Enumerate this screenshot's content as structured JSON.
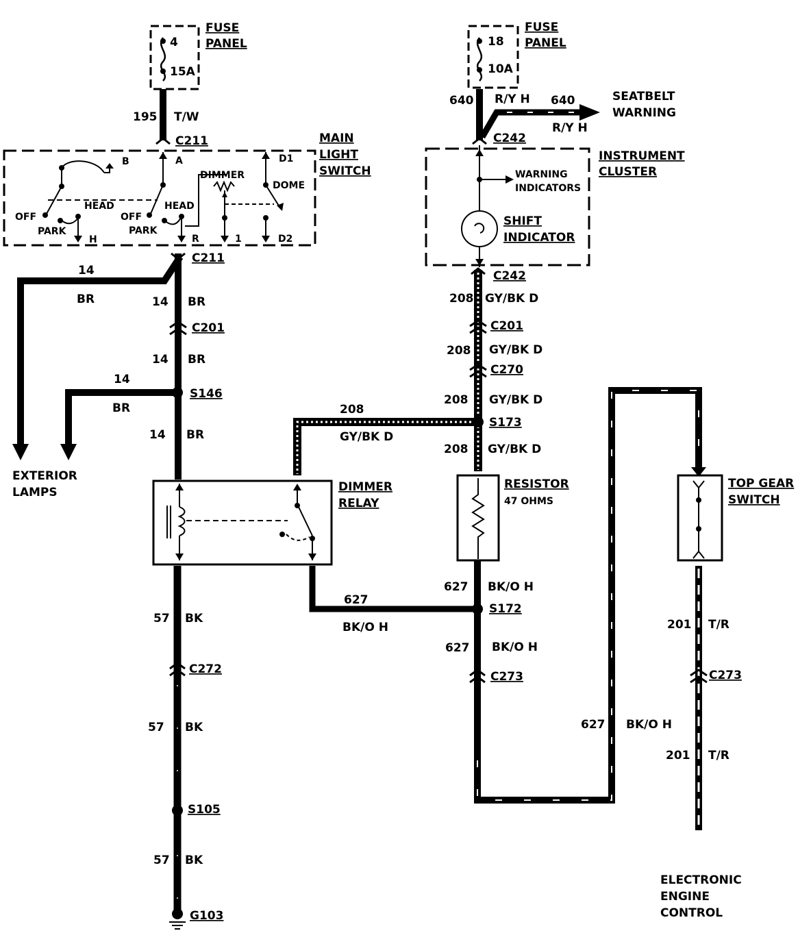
{
  "components": {
    "fuse_panel_left": {
      "title_1": "FUSE",
      "title_2": "PANEL",
      "fuse_number": "4",
      "fuse_rating": "15A"
    },
    "fuse_panel_right": {
      "title_1": "FUSE",
      "title_2": "PANEL",
      "fuse_number": "18",
      "fuse_rating": "10A"
    },
    "main_light_switch": {
      "title_1": "MAIN",
      "title_2": "LIGHT",
      "title_3": "SWITCH",
      "terminals": {
        "b": "B",
        "a": "A",
        "d1": "D1",
        "h": "H",
        "r": "R",
        "one": "1",
        "d2": "D2"
      },
      "labels": {
        "off_left": "OFF",
        "park_left": "PARK",
        "head_left": "HEAD",
        "off_right": "OFF",
        "park_right": "PARK",
        "head_right": "HEAD",
        "dimmer": "DIMMER",
        "dome": "DOME"
      }
    },
    "instrument_cluster": {
      "title_1": "INSTRUMENT",
      "title_2": "CLUSTER",
      "warning_1": "WARNING",
      "warning_2": "INDICATORS",
      "shift_1": "SHIFT",
      "shift_2": "INDICATOR"
    },
    "seatbelt_warning": {
      "line_1": "SEATBELT",
      "line_2": "WARNING"
    },
    "exterior_lamps": {
      "line_1": "EXTERIOR",
      "line_2": "LAMPS"
    },
    "dimmer_relay": {
      "title_1": "DIMMER",
      "title_2": "RELAY"
    },
    "resistor": {
      "title": "RESISTOR",
      "value": "47 OHMS"
    },
    "top_gear_switch": {
      "title_1": "TOP GEAR",
      "title_2": "SWITCH"
    },
    "electronic_engine_control": {
      "line_1": "ELECTRONIC",
      "line_2": "ENGINE",
      "line_3": "CONTROL"
    }
  },
  "connectors": {
    "c211_top": "C211",
    "c211_bottom": "C211",
    "c201_left": "C201",
    "s146": "S146",
    "c272": "C272",
    "s105": "S105",
    "g103": "G103",
    "c242_top": "C242",
    "c242_bottom": "C242",
    "c201_right": "C201",
    "c270": "C270",
    "s173": "S173",
    "s172": "S172",
    "c273_mid": "C273",
    "c273_right": "C273"
  },
  "wires": {
    "w195": {
      "circuit": "195",
      "color": "T/W"
    },
    "w14_lamps": {
      "circuit": "14",
      "color": "BR"
    },
    "w14_a": {
      "circuit": "14",
      "color": "BR"
    },
    "w14_b": {
      "circuit": "14",
      "color": "BR"
    },
    "w14_s146": {
      "circuit": "14",
      "color": "BR"
    },
    "w14_c": {
      "circuit": "14",
      "color": "BR"
    },
    "w57_a": {
      "circuit": "57",
      "color": "BK"
    },
    "w57_b": {
      "circuit": "57",
      "color": "BK"
    },
    "w57_c": {
      "circuit": "57",
      "color": "BK"
    },
    "w640_a": {
      "circuit": "640",
      "color": "R/Y H"
    },
    "w640_b": {
      "circuit": "640",
      "color": "R/Y H"
    },
    "w208_a": {
      "circuit": "208",
      "color": "GY/BK D"
    },
    "w208_b": {
      "circuit": "208",
      "color": "GY/BK D"
    },
    "w208_c": {
      "circuit": "208",
      "color": "GY/BK D"
    },
    "w208_relay": {
      "circuit": "208",
      "color": "GY/BK D"
    },
    "w208_d": {
      "circuit": "208",
      "color": "GY/BK D"
    },
    "w627_relay": {
      "circuit": "627",
      "color": "BK/O H"
    },
    "w627_a": {
      "circuit": "627",
      "color": "BK/O H"
    },
    "w627_b": {
      "circuit": "627",
      "color": "BK/O H"
    },
    "w627_c": {
      "circuit": "627",
      "color": "BK/O H"
    },
    "w201_a": {
      "circuit": "201",
      "color": "T/R"
    },
    "w201_b": {
      "circuit": "201",
      "color": "T/R"
    }
  }
}
